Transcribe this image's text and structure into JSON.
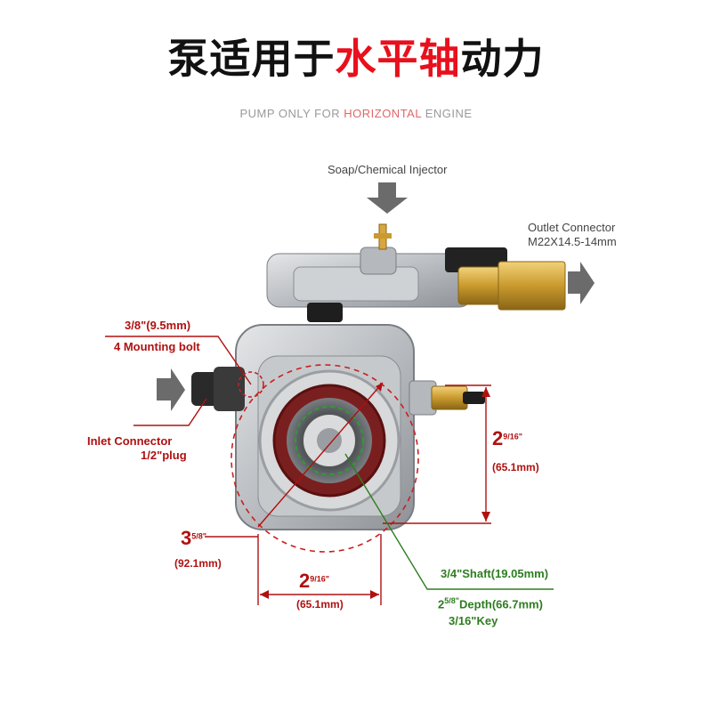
{
  "title": {
    "part1": "泵适用于",
    "part2": "水平轴",
    "part3": "动力"
  },
  "subtitle": {
    "part1": "PUMP ONLY FOR ",
    "part2": "HORIZONTAL",
    "part3": " ENGINE"
  },
  "labels": {
    "soap_injector": "Soap/Chemical Injector",
    "outlet_line1": "Outlet Connector",
    "outlet_line2": "M22X14.5-14mm",
    "bolt_size": "3/8\"(9.5mm)",
    "bolt_count": "4 Mounting bolt",
    "inlet_line1": "Inlet Connector",
    "inlet_line2": "1/2\"plug",
    "height_whole": "2",
    "height_frac": "9/16\"",
    "height_mm": "(65.1mm)",
    "diag_whole": "3",
    "diag_frac": "5/8\"",
    "diag_mm": "(92.1mm)",
    "width_whole": "2",
    "width_frac": "9/16\"",
    "width_mm": "(65.1mm)",
    "shaft": "3/4\"Shaft(19.05mm)",
    "depth_whole": "2",
    "depth_frac": "5/8\"",
    "depth_text": "Depth(66.7mm)",
    "key": "3/16\"Key"
  },
  "colors": {
    "accent_red": "#e8101c",
    "dim_red": "#b01010",
    "dim_green": "#2e7d1f",
    "arrow_gray": "#6b6b6b"
  }
}
